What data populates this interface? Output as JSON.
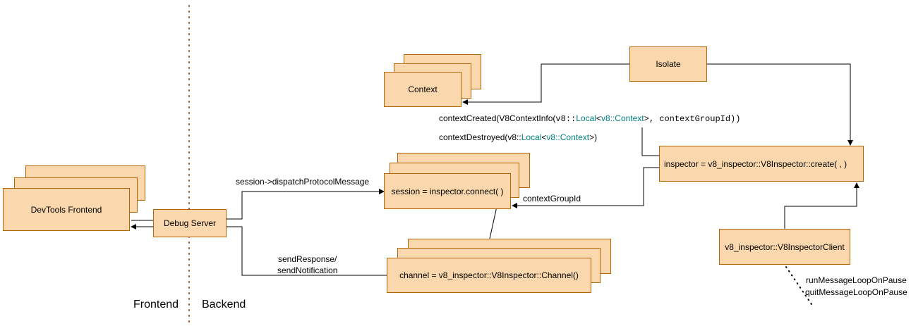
{
  "nodes": {
    "context": "Context",
    "isolate": "Isolate",
    "devtools_frontend": "DevTools Frontend",
    "debug_server": "Debug Server",
    "session": "session = inspector.connect( )",
    "channel": "channel = v8_inspector::V8Inspector::Channel()",
    "inspector": "inspector = v8_inspector::V8Inspector::create( , )",
    "inspector_client": "v8_inspector::V8InspectorClient"
  },
  "edges": {
    "context_created": {
      "prefix": "contextCreated(V8ContextInfo(",
      "ns": "v8::",
      "local": "Local",
      "lt": "<",
      "ctx": "v8::Context",
      "rest": ">, contextGroupId))"
    },
    "context_destroyed": {
      "prefix": "contextDestroyed(v8::",
      "local": "Local",
      "lt": "<",
      "ctx": "v8::Context",
      "rest": ">)"
    },
    "dispatch": "session->dispatchProtocolMessage",
    "context_group_id": "contextGroupId",
    "send_response": "sendResponse/",
    "send_notification": "sendNotification",
    "run_loop": "runMessageLoopOnPause",
    "quit_loop": "quitMessageLoopOnPause"
  },
  "regions": {
    "frontend": "Frontend",
    "backend": "Backend"
  },
  "colors": {
    "node_fill": "#fad7ac",
    "node_border": "#b46504",
    "divider": "#a0522d",
    "teal": "#008080"
  }
}
